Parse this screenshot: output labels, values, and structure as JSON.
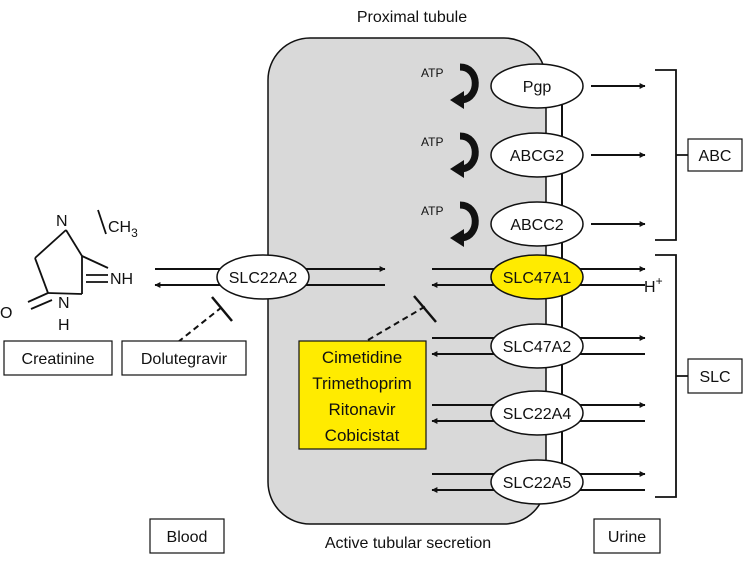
{
  "header": {
    "title": "Proximal tubule"
  },
  "footer": {
    "caption": "Active tubular secretion"
  },
  "compartments": {
    "blood": "Blood",
    "urine": "Urine"
  },
  "molecule": {
    "name": "Creatinine",
    "methyl": "CH",
    "methyl_sub": "3",
    "imine": "NH",
    "oxygen": "O",
    "nitrogen_top": "N",
    "nitrogen_bottom": "N",
    "hydrogen": "H"
  },
  "basolateral": {
    "transporter": "SLC22A2",
    "inhibitor": "Dolutegravir"
  },
  "atp_label": "ATP",
  "abc_transporters": [
    "Pgp",
    "ABCG2",
    "ABCC2"
  ],
  "slc_transporters": [
    "SLC47A1",
    "SLC47A2",
    "SLC22A4",
    "SLC22A5"
  ],
  "proton": {
    "symbol": "H",
    "charge": "+"
  },
  "families": {
    "abc": "ABC",
    "slc": "SLC"
  },
  "inhibitors": [
    "Cimetidine",
    "Trimethoprim",
    "Ritonavir",
    "Cobicistat"
  ],
  "colors": {
    "cell_fill": "#d9d9d9",
    "highlight": "#ffeb00",
    "stroke": "#111111"
  }
}
